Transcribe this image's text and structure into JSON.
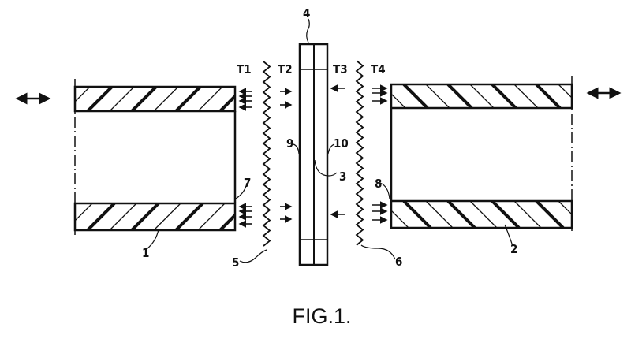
{
  "figure": {
    "caption": "FIG.1.",
    "labels": {
      "tube_left": "1",
      "tube_right": "2",
      "membrane": "3",
      "plate": "4",
      "heater_left": "5",
      "heater_right": "6",
      "face_left": "7",
      "face_right": "8",
      "plate_face_left": "9",
      "plate_face_right": "10",
      "t1": "T1",
      "t2": "T2",
      "t3": "T3",
      "t4": "T4"
    }
  }
}
